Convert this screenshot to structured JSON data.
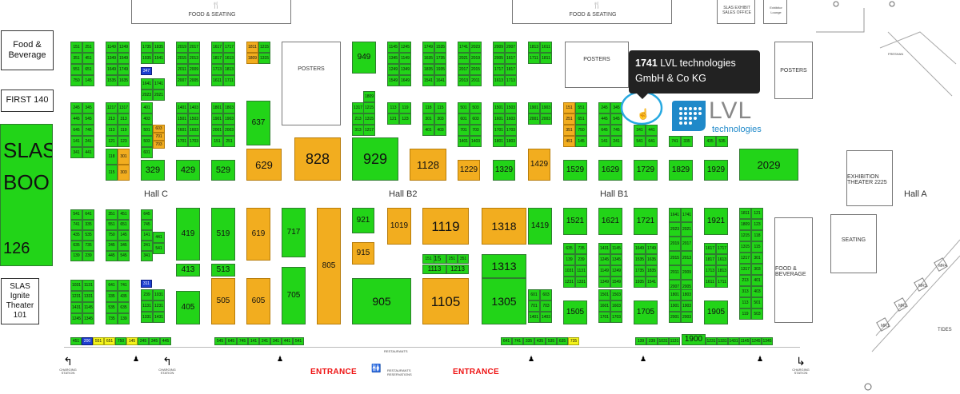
{
  "top": {
    "food_seating_1": "FOOD & SEATING",
    "food_seating_2": "FOOD & SEATING",
    "slas_exhibit_line1": "SLAS EXHIBIT",
    "slas_exhibit_line2": "SALES OFFICE",
    "exhibitor_line1": "Exhibitor",
    "exhibitor_line2": "Lounge"
  },
  "left": {
    "food_bev_line1": "Food &",
    "food_bev_line2": "Beverage",
    "first": "FIRST 140",
    "slas_boo_line1": "SLAS",
    "slas_boo_line2": "BOO",
    "booth_126": "126",
    "ignite_line1": "SLAS",
    "ignite_line2": "Ignite",
    "ignite_line3": "Theater",
    "ignite_line4": "101"
  },
  "areas": {
    "posters_1": "POSTERS",
    "posters_2": "POSTERS",
    "posters_3": "POSTERS",
    "food_bev_right_line1": "FOOD &",
    "food_bev_right_line2": "BEVERAGE",
    "seating": "SEATING",
    "exhibition_line1": "EXHIBITION",
    "exhibition_line2": "THEATER 2225",
    "fresh": "FRESHAN",
    "tides": "TIDES",
    "mr1": "MR1",
    "mr2": "MR2",
    "mr3": "MR3",
    "mr4": "MR4",
    "restaurants": "RESTAURANTS",
    "reservations_line1": "RESTAURANTS",
    "reservations_line2": "RESERVATIONS"
  },
  "halls": {
    "hall_c": "Hall C",
    "hall_b2": "Hall B2",
    "hall_b1": "Hall B1",
    "hall_a": "Hall A"
  },
  "entrances": [
    "ENTRANCE",
    "ENTRANCE"
  ],
  "charging": {
    "line1": "CHARGING",
    "line2": "STATION"
  },
  "tooltip": {
    "booth_number": "1741",
    "company_line1": "LVL technologies",
    "company_line2": "GmbH & Co KG"
  },
  "logo": {
    "name": "LVL",
    "subtitle": "technologies"
  },
  "colors": {
    "booth_available": "#22d418",
    "booth_orange": "#f2ad1f",
    "booth_blue": "#1e3fd0",
    "booth_yellow": "#f3f31b",
    "entrance": "#ee1111",
    "tooltip_bg": "#222222",
    "highlight_ring": "#27a9e1"
  },
  "booths": {
    "329": "329",
    "429": "429",
    "529": "529",
    "629": "629",
    "828": "828",
    "929": "929",
    "1128": "1128",
    "1229": "1229",
    "1329": "1329",
    "1429": "1429",
    "1529": "1529",
    "1629": "1629",
    "1729": "1729",
    "1829": "1829",
    "1929": "1929",
    "2029": "2029",
    "949": "949",
    "637": "637",
    "419": "419",
    "519": "519",
    "619": "619",
    "717": "717",
    "921": "921",
    "1019": "1019",
    "1119": "1119",
    "1318": "1318",
    "1419": "1419",
    "1521": "1521",
    "1621": "1621",
    "1721": "1721",
    "1921": "1921",
    "915": "915",
    "1115": "1115",
    "1113": "1113",
    "1213": "1213",
    "1313": "1313",
    "413": "413",
    "513": "513",
    "405": "405",
    "505": "505",
    "605": "605",
    "705": "705",
    "805": "805",
    "905": "905",
    "1105": "1105",
    "1305": "1305",
    "1505": "1505",
    "1705": "1705",
    "1905": "1905",
    "1900": "1900",
    "347": "347",
    "311": "311",
    "200": "200"
  },
  "small_booths": [
    "151",
    "251",
    "351",
    "451",
    "551",
    "651",
    "750",
    "145",
    "245",
    "345",
    "445",
    "545",
    "645",
    "745",
    "141",
    "241",
    "341",
    "441",
    "541",
    "641",
    "741",
    "335",
    "435",
    "535",
    "635",
    "735",
    "139",
    "239",
    "1031",
    "1131",
    "1231",
    "1331",
    "1431",
    "1145",
    "1245",
    "1345",
    "1149",
    "1249",
    "1349",
    "1549",
    "1649",
    "1749",
    "1535",
    "1635",
    "1735",
    "1835",
    "1935",
    "1541",
    "1641",
    "1741",
    "2023",
    "2021",
    "2019",
    "2017",
    "2015",
    "2013",
    "2011",
    "2009",
    "2007",
    "2005",
    "1617",
    "1717",
    "1817",
    "1613",
    "1713",
    "1813",
    "1611",
    "1711",
    "1811",
    "1809",
    "1215",
    "1315",
    "1217",
    "1317",
    "213",
    "313",
    "113",
    "119",
    "121",
    "123",
    "118",
    "115",
    "301",
    "303",
    "401",
    "403",
    "501",
    "503",
    "601",
    "603",
    "701",
    "703",
    "1401",
    "1403",
    "1501",
    "1503",
    "1601",
    "1603",
    "1701",
    "1703",
    "1801",
    "1803",
    "1901",
    "1903",
    "2001",
    "2003"
  ]
}
